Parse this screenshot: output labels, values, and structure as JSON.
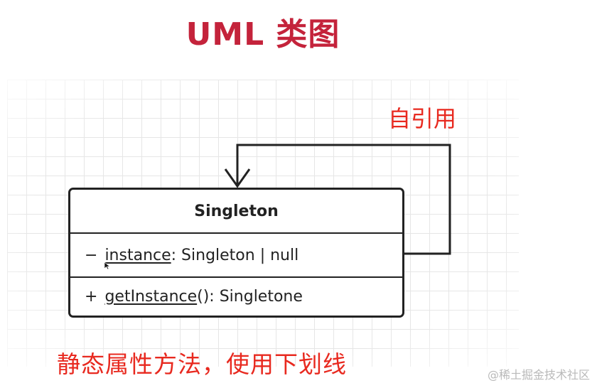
{
  "title": "UML 类图",
  "self_reference_label": "自引用",
  "class": {
    "name": "Singleton",
    "attribute": {
      "visibility": "−",
      "name": "instance",
      "type": ": Singleton | null"
    },
    "method": {
      "visibility": "+",
      "name": "getInstance",
      "signature": "(): Singletone"
    }
  },
  "note": "静态属性方法，使用下划线",
  "watermark": "@稀土掘金技术社区",
  "colors": {
    "title": "#c4233b",
    "annotation": "#e8291f",
    "stroke": "#222222",
    "grid": "#e6e6e6"
  }
}
